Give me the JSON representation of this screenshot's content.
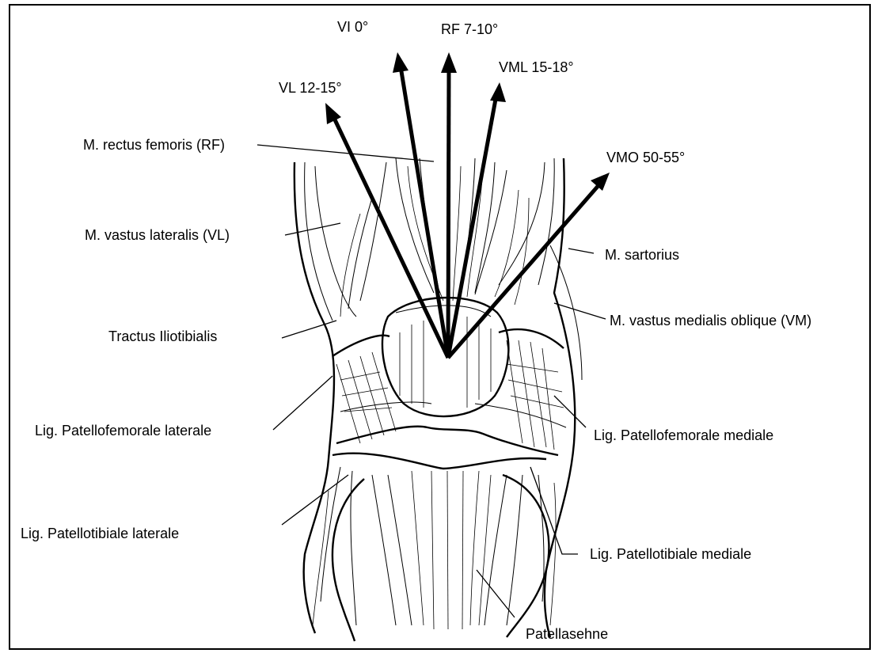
{
  "arrows": [
    {
      "id": "vi",
      "label": "VI 0°"
    },
    {
      "id": "rf",
      "label": "RF 7-10°"
    },
    {
      "id": "vml",
      "label": "VML 15-18°"
    },
    {
      "id": "vl",
      "label": "VL 12-15°"
    },
    {
      "id": "vmo",
      "label": "VMO 50-55°"
    }
  ],
  "labels": {
    "rectus_femoris": "M. rectus femoris (RF)",
    "vastus_lateralis": "M. vastus lateralis (VL)",
    "sartorius": "M. sartorius",
    "vastus_medialis": "M. vastus medialis oblique (VM)",
    "tractus": "Tractus Iliotibialis",
    "lig_pf_lateral": "Lig. Patellofemorale laterale",
    "lig_pf_medial": "Lig. Patellofemorale mediale",
    "lig_pt_lateral": "Lig. Patellotibiale laterale",
    "lig_pt_medial": "Lig. Patellotibiale mediale",
    "patellasehne": "Patellasehne"
  }
}
